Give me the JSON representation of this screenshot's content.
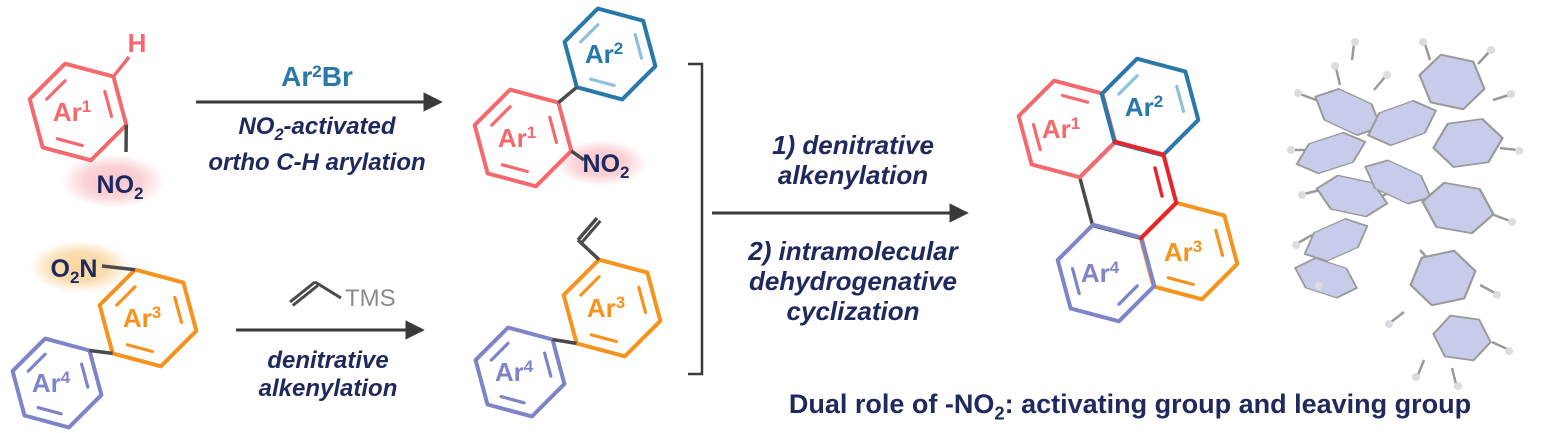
{
  "colors": {
    "ar1": "#F4696E",
    "ar2": "#2878A8",
    "ar2_light": "#8FC0DC",
    "ar3": "#F6921E",
    "ar4": "#7F84C8",
    "navy": "#20295E",
    "red_bond": "#E8232B",
    "bond_gray": "#4A4A4A",
    "arrow": "#3A3A3A",
    "tms_gray": "#8C8C8C",
    "glow_pink": "#F9C6CB",
    "glow_orange": "#FAD39B",
    "lavender": "#C8CBE9",
    "stick_gray": "#9A9A9A",
    "h_nub": "#DCDCE0"
  },
  "reactant_a": {
    "ring_label": {
      "base": "Ar",
      "sup": "1"
    },
    "h_label": "H",
    "no2": {
      "pre": "NO",
      "sub": "2"
    }
  },
  "arrow1": {
    "reagent": {
      "pre": "Ar",
      "sup": "2",
      "post": "Br"
    },
    "line1": {
      "pre": "NO",
      "sub": "2",
      "post": "-activated"
    },
    "line2": "ortho C-H arylation"
  },
  "product_a": {
    "ar1": {
      "base": "Ar",
      "sup": "1"
    },
    "ar2": {
      "base": "Ar",
      "sup": "2"
    },
    "no2": {
      "pre": "NO",
      "sub": "2"
    }
  },
  "reactant_b": {
    "o2n": {
      "o": "O",
      "sub": "2",
      "n": "N"
    },
    "ar3": {
      "base": "Ar",
      "sup": "3"
    },
    "ar4": {
      "base": "Ar",
      "sup": "4"
    }
  },
  "arrow2": {
    "reagent": "TMS",
    "line1": "denitrative",
    "line2": "alkenylation"
  },
  "product_b": {
    "ar3": {
      "base": "Ar",
      "sup": "3"
    },
    "ar4": {
      "base": "Ar",
      "sup": "4"
    }
  },
  "steps": {
    "s1_line1": "1) denitrative",
    "s1_line2": "alkenylation",
    "s2_line1": "2) intramolecular",
    "s2_line2": "dehydrogenative",
    "s2_line3": "cyclization"
  },
  "final_product": {
    "ar1": {
      "base": "Ar",
      "sup": "1"
    },
    "ar2": {
      "base": "Ar",
      "sup": "2"
    },
    "ar3": {
      "base": "Ar",
      "sup": "3"
    },
    "ar4": {
      "base": "Ar",
      "sup": "4"
    }
  },
  "caption": {
    "pre": "Dual role of -NO",
    "sub": "2",
    "post": ": activating group and leaving group"
  }
}
